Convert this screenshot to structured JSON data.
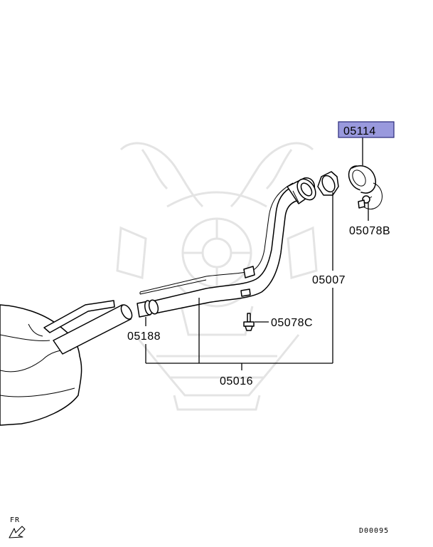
{
  "labels": {
    "highlighted": "05114",
    "cap_gasket": "05078B",
    "filler_neck": "05007",
    "clamp": "05078C",
    "hose": "05188",
    "assembly": "05016"
  },
  "direction_marker": "FR",
  "diagram_code": "D00095",
  "colors": {
    "highlight_fill": "#9999dd",
    "highlight_border": "#2a2a7a",
    "line": "#000000",
    "watermark": "#e4e4e4"
  },
  "icons": [
    "direction-arrow-icon",
    "watermark-emblem-icon"
  ]
}
